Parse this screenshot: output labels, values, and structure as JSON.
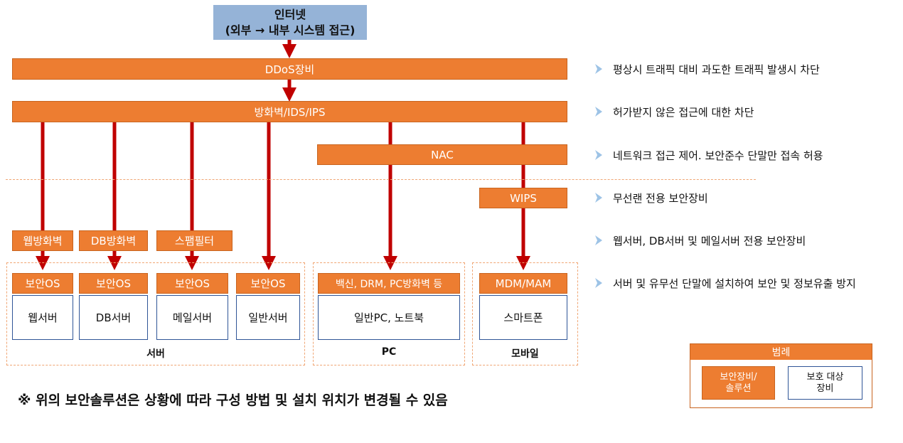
{
  "internet": {
    "line1": "인터넷",
    "line2": "(외부 → 내부 시스템 접근)"
  },
  "bars": {
    "ddos": "DDoS장비",
    "firewall": "방화벽/IDS/IPS",
    "nac": "NAC",
    "wips": "WIPS"
  },
  "filters": {
    "web_firewall": "웹방화벽",
    "db_firewall": "DB방화벽",
    "spam_filter": "스팸필터"
  },
  "server_group": {
    "label": "서버",
    "items": [
      {
        "solution": "보안OS",
        "device": "웹서버"
      },
      {
        "solution": "보안OS",
        "device": "DB서버"
      },
      {
        "solution": "보안OS",
        "device": "메일서버"
      },
      {
        "solution": "보안OS",
        "device": "일반서버"
      }
    ]
  },
  "pc_group": {
    "label": "PC",
    "solution": "백신, DRM, PC방화벽 등",
    "device": "일반PC, 노트북"
  },
  "mobile_group": {
    "label": "모바일",
    "solution": "MDM/MAM",
    "device": "스마트폰"
  },
  "descriptions": [
    "평상시 트래픽 대비 과도한 트래픽 발생시 차단",
    "허가받지 않은 접근에 대한 차단",
    "네트워크 접근 제어. 보안준수 단말만 접속 허용",
    "무선랜 전용 보안장비",
    "웹서버, DB서버 및 메일서버 전용 보안장비",
    "서버 및 유무선 단말에 설치하여 보안 및 정보유출 방지"
  ],
  "note": "※ 위의 보안솔루션은 상황에 따라 구성 방법 및 설치 위치가 변경될 수 있음",
  "legend": {
    "title": "범례",
    "solution_line1": "보안장비/",
    "solution_line2": "솔루션",
    "device_line1": "보호 대상",
    "device_line2": "장비"
  },
  "colors": {
    "solution": "#ed7d31",
    "internet": "#95b3d7",
    "arrow": "#c00000",
    "device_border": "#2f5597"
  }
}
